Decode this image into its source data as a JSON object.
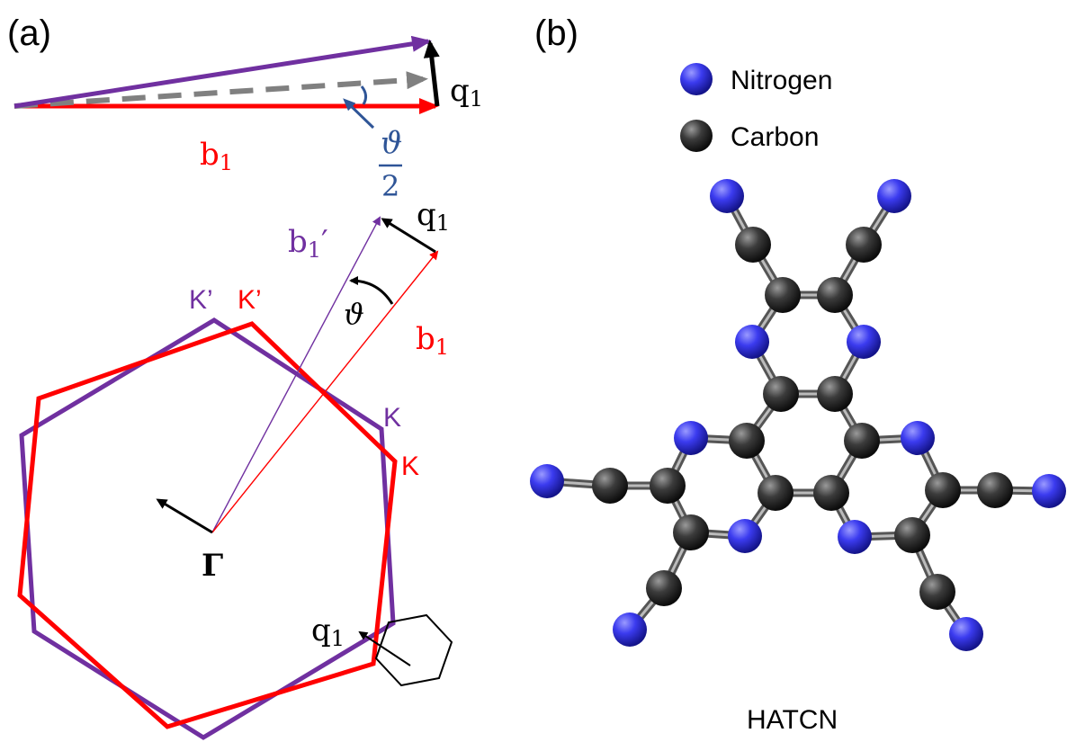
{
  "panel_a": {
    "label": "(a)",
    "top_q1": "q",
    "top_q1_sub": "1",
    "top_b1": "b",
    "top_b1_sub": "1",
    "angle_half_num": "ϑ",
    "angle_half_den": "2",
    "mid_q1": "q",
    "mid_q1_sub": "1",
    "b1_prime": "b",
    "b1_prime_sub": "1",
    "b1_prime_mark": "′",
    "theta": "ϑ",
    "mid_b1": "b",
    "mid_b1_sub": "1",
    "k_prime_purple": "K’",
    "k_prime_red": "K’",
    "k_purple": "K",
    "k_red": "K",
    "gamma": "Γ",
    "small_q1": "q",
    "small_q1_sub": "1",
    "colors": {
      "purple": "#7030a0",
      "red": "#ff0000",
      "gray": "#808080",
      "black": "#000000",
      "blue_label": "#2f5597"
    }
  },
  "panel_b": {
    "label": "(b)",
    "legend": [
      {
        "name": "Nitrogen",
        "color": "#3333ee"
      },
      {
        "name": "Carbon",
        "color": "#333333"
      }
    ],
    "molecule_name": "HATCN"
  }
}
